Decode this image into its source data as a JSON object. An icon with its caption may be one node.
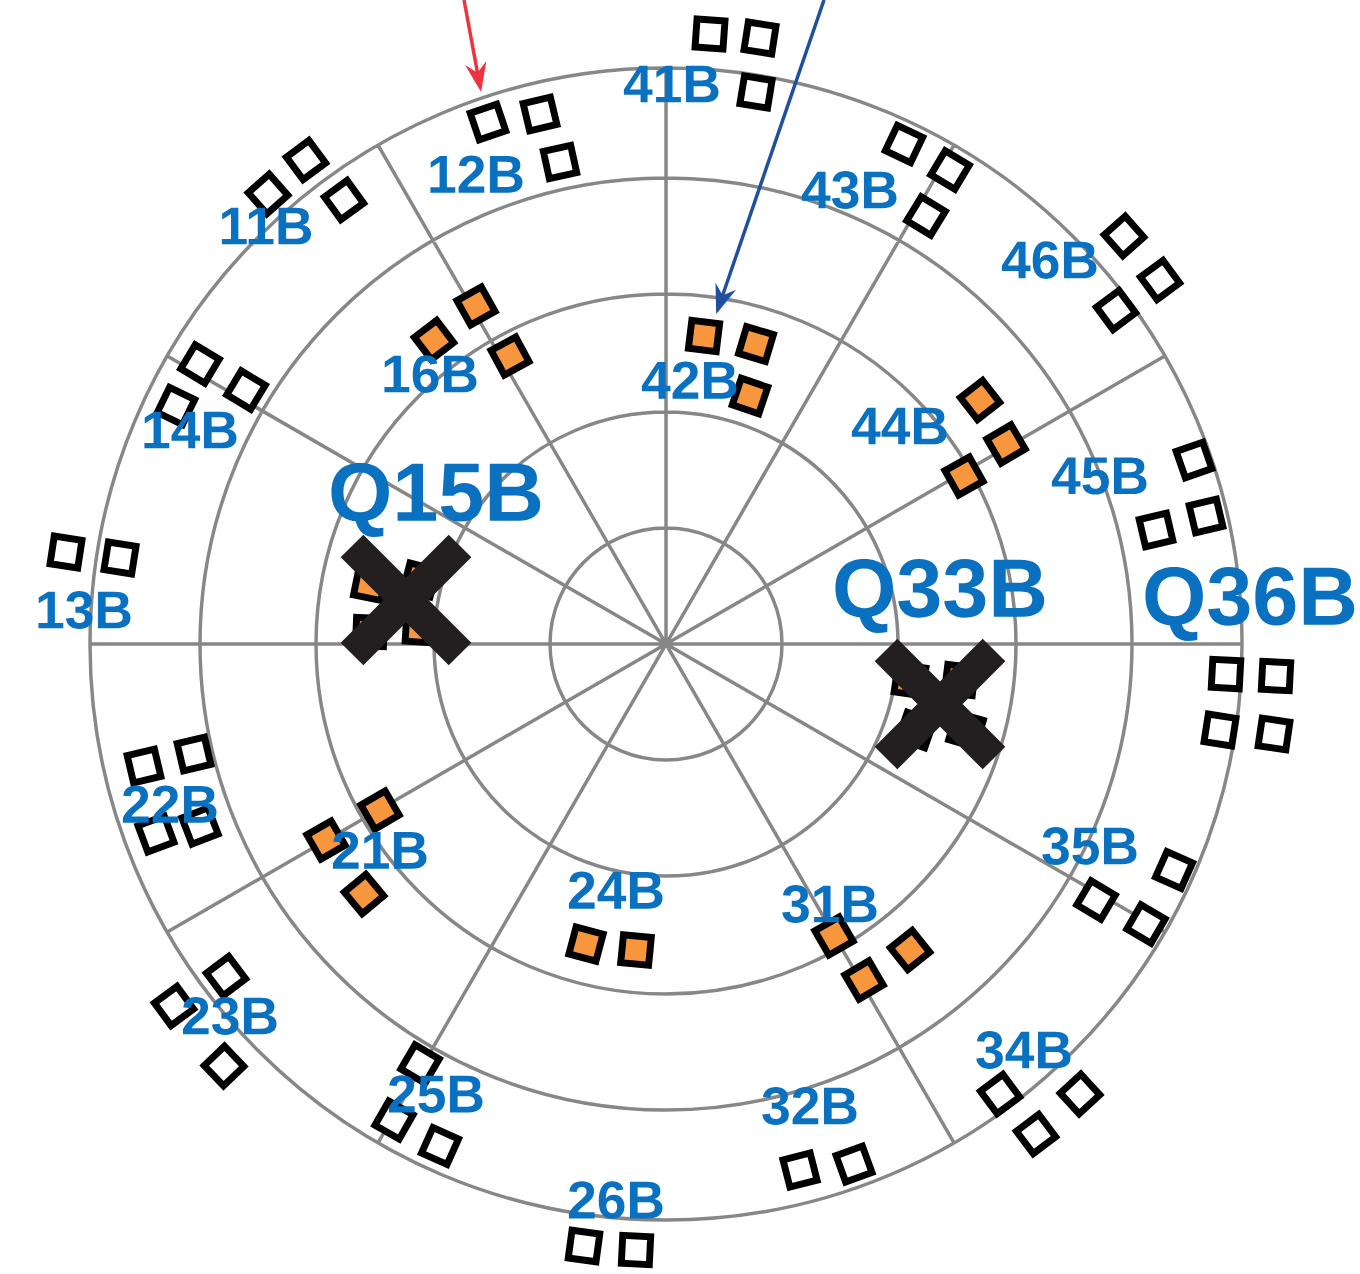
{
  "diagram": {
    "nodes": [
      {
        "text": [
          "41B"
        ]
      },
      {
        "text": [
          "12B"
        ]
      },
      {
        "text": [
          "11B"
        ]
      },
      {
        "text": [
          "43B"
        ]
      },
      {
        "text": [
          "46B"
        ]
      },
      {
        "text": [
          "16B"
        ]
      },
      {
        "text": [
          "42B"
        ]
      },
      {
        "text": [
          "14B"
        ]
      },
      {
        "text": [
          "44B"
        ]
      },
      {
        "text": [
          "45B"
        ]
      },
      {
        "text": [
          "Q15B"
        ]
      },
      {
        "text": [
          "13B"
        ]
      },
      {
        "text": [
          "Q33B"
        ]
      },
      {
        "text": [
          "Q36B"
        ]
      },
      {
        "text": [
          "22B"
        ]
      },
      {
        "text": [
          "21B"
        ]
      },
      {
        "text": [
          "35B"
        ]
      },
      {
        "text": [
          "24B"
        ]
      },
      {
        "text": [
          "31B"
        ]
      },
      {
        "text": [
          "23B"
        ]
      },
      {
        "text": [
          "34B"
        ]
      },
      {
        "text": [
          "25B"
        ]
      },
      {
        "text": [
          "32B"
        ]
      },
      {
        "text": [
          "26B"
        ]
      }
    ],
    "edges": [
      {
        "from": null,
        "to": 1,
        "arrow": "to",
        "color": "#ee3340"
      },
      {
        "from": null,
        "to": 6,
        "arrow": "to",
        "color": "#1f50a0"
      }
    ]
  }
}
